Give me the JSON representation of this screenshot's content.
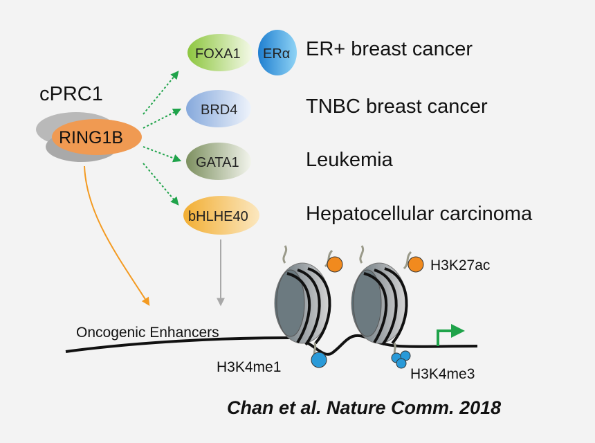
{
  "complex": {
    "name": "cPRC1",
    "subunit": "RING1B"
  },
  "factors": [
    {
      "label": "FOXA1",
      "disease": "ER+ breast cancer",
      "color": "#8dc63f"
    },
    {
      "label": "BRD4",
      "disease": "TNBC breast cancer",
      "color": "#9bb8e3"
    },
    {
      "label": "GATA1",
      "disease": "Leukemia",
      "color": "#8c9d6b"
    },
    {
      "label": "bHLHE40",
      "disease": "Hepatocellular carcinoma",
      "color": "#f2b64a"
    }
  ],
  "cofactor": {
    "label": "ERα",
    "color": "#2a8fd6"
  },
  "chromatin": {
    "enhancer_label": "Oncogenic Enhancers",
    "marks": [
      {
        "label": "H3K27ac",
        "color": "#f18a1e"
      },
      {
        "label": "H3K4me1",
        "color": "#2a9ad8"
      },
      {
        "label": "H3K4me3",
        "color": "#2a9ad8"
      }
    ]
  },
  "citation": "Chan et al. Nature Comm. 2018",
  "colors": {
    "ring1b": "#f09a52",
    "complex_bg": "#b9b9b9",
    "arrow_green": "#1fa34a",
    "arrow_orange": "#f39a21",
    "arrow_gray": "#a8a8a8",
    "tss_arrow": "#1fa34a"
  }
}
